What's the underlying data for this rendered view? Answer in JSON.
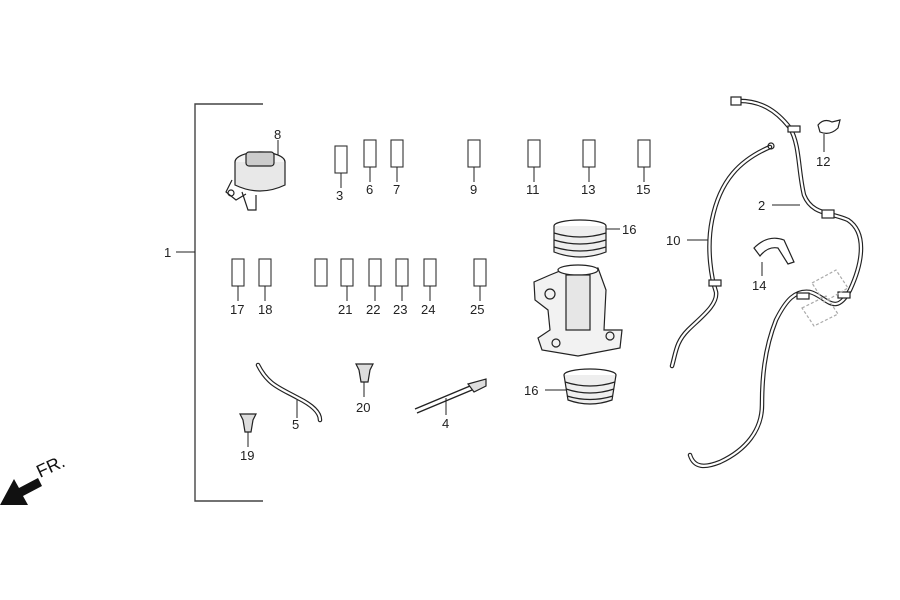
{
  "diagram": {
    "direction_label": "FR.",
    "callouts": {
      "c1": "1",
      "c2": "2",
      "c3": "3",
      "c4": "4",
      "c5": "5",
      "c6": "6",
      "c7": "7",
      "c8": "8",
      "c9": "9",
      "c10": "10",
      "c11": "11",
      "c12": "12",
      "c13": "13",
      "c14": "14",
      "c15": "15",
      "c16a": "16",
      "c16b": "16",
      "c17": "17",
      "c18": "18",
      "c19": "19",
      "c20": "20",
      "c21": "21",
      "c22": "22",
      "c23": "23",
      "c24": "24",
      "c25": "25"
    }
  }
}
